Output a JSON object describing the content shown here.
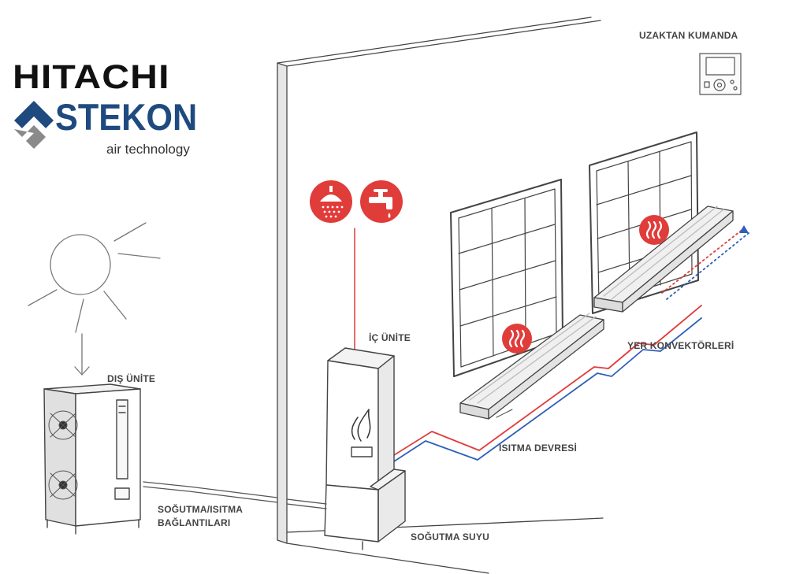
{
  "logo": {
    "brand_top": "HITACHI",
    "brand_main": "STEKON",
    "brand_sub": "air technology"
  },
  "labels": {
    "remote": "UZAKTAN KUMANDA",
    "indoor_unit": "İÇ ÜNİTE",
    "outdoor_unit": "DIŞ ÜNİTE",
    "floor_convectors": "YER KONVEKTÖRLERİ",
    "heating_circuit": "ISITMA DEVRESİ",
    "connections_line1": "SOĞUTMA/ISITMA",
    "connections_line2": "BAĞLANTILARI",
    "cooling_water": "SOĞUTMA SUYU"
  },
  "icons": {
    "shower": "shower-icon",
    "tap": "tap-icon",
    "heat_wave": "heat-wave-icon",
    "sun": "sun-icon",
    "flame": "flame-icon",
    "fan": "fan-icon"
  },
  "colors": {
    "accent_red": "#e03c3a",
    "pipe_blue": "#2f5fb8",
    "line_gray": "#444444",
    "logo_blue": "#1e4a7f"
  }
}
